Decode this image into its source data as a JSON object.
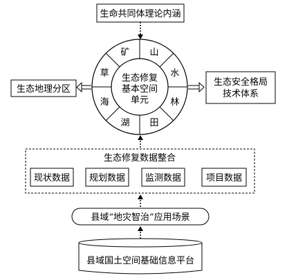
{
  "top_box": "生命共同体理论内涵",
  "center": {
    "line1": "生态修复",
    "line2": "基本空间",
    "line3": "单元"
  },
  "ring_labels": [
    "山",
    "水",
    "林",
    "田",
    "湖",
    "海",
    "草",
    "矿"
  ],
  "left_box": "生态地理分区",
  "right_box": {
    "line1": "生态安全格局",
    "line2": "技术体系"
  },
  "integration": {
    "title": "生态修复数据整合",
    "items": [
      "现状数据",
      "规划数据",
      "监测数据",
      "项目数据"
    ]
  },
  "scenario": "县域“地灾智治”应用场景",
  "platform": "县域国土空间基础信息平台"
}
